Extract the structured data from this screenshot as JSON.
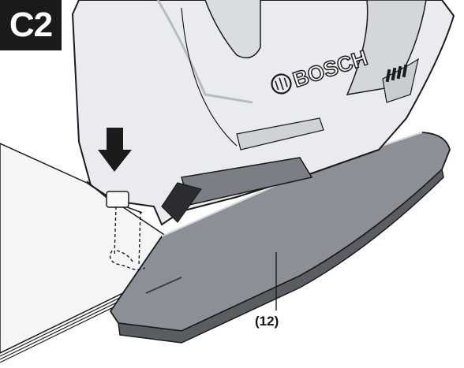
{
  "figure": {
    "label": "C2",
    "brand_text": "BOSCH",
    "callout": "(12)"
  },
  "icons": {
    "arrow": "down-arrow-icon",
    "brand": "bosch-logo-icon"
  },
  "colors": {
    "background": "#ffffff",
    "badge": "#1a1a1a",
    "tool_body": "#e9ebee",
    "tool_shadow": "#b7bcc3",
    "base_plate": "#8c9096",
    "base_plate_dark": "#5a5e63",
    "outline": "#1b1b1b"
  }
}
